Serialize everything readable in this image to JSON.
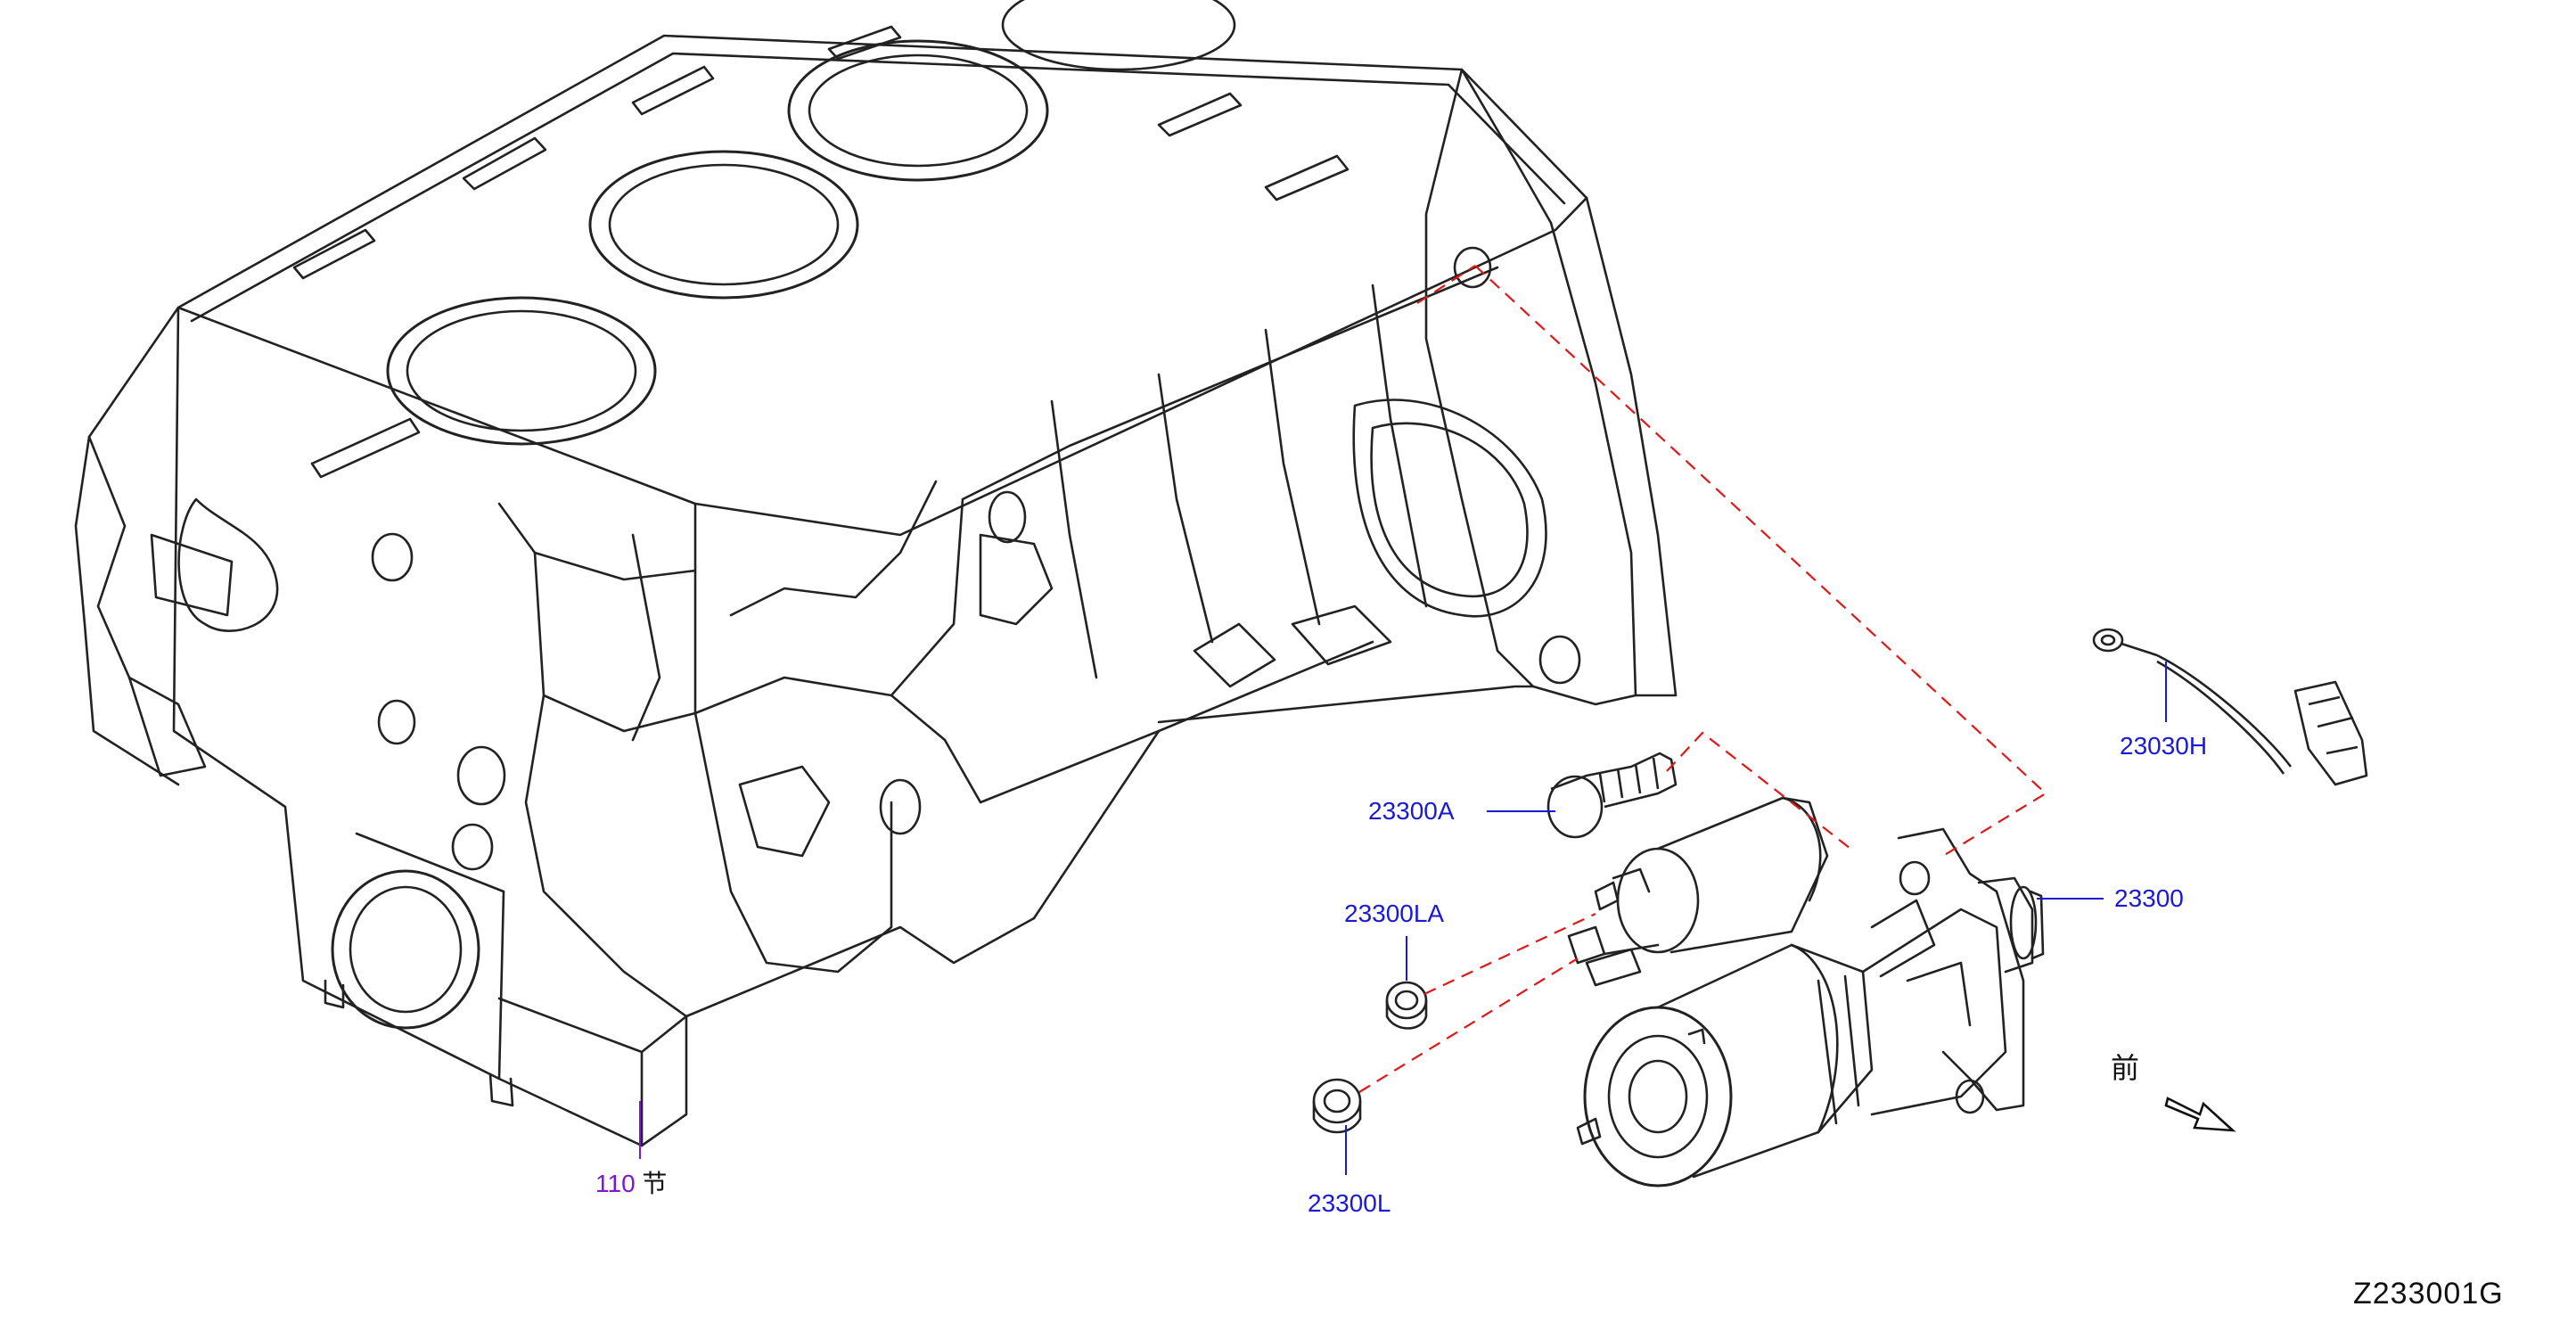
{
  "callouts": {
    "engine_block_number": "110",
    "engine_block_suffix": "节",
    "bolt": "23300A",
    "bushing_upper": "23300LA",
    "bushing_lower": "23300L",
    "starter_motor": "23300",
    "harness": "23030H"
  },
  "front_indicator": {
    "label": "前"
  },
  "drawing_id": "Z233001G",
  "colors": {
    "line_art": "#222222",
    "callout_text": "#1a1ad6",
    "callout_alt": "#7a18cf",
    "assembly_dash": "#e01818",
    "leader_line": "#1a1ad6"
  }
}
